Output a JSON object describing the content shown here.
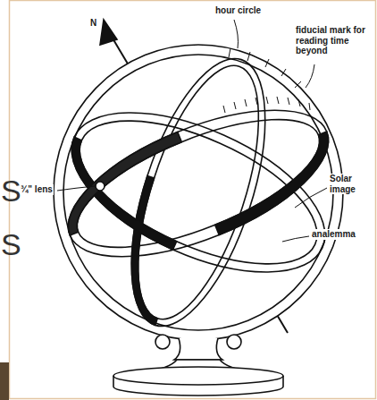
{
  "diagram": {
    "labels": [
      "N",
      "hour circle",
      "fiducial mark for reading time beyond",
      "Solar image",
      "analemma",
      "¾\" lens",
      "S",
      "S"
    ]
  }
}
